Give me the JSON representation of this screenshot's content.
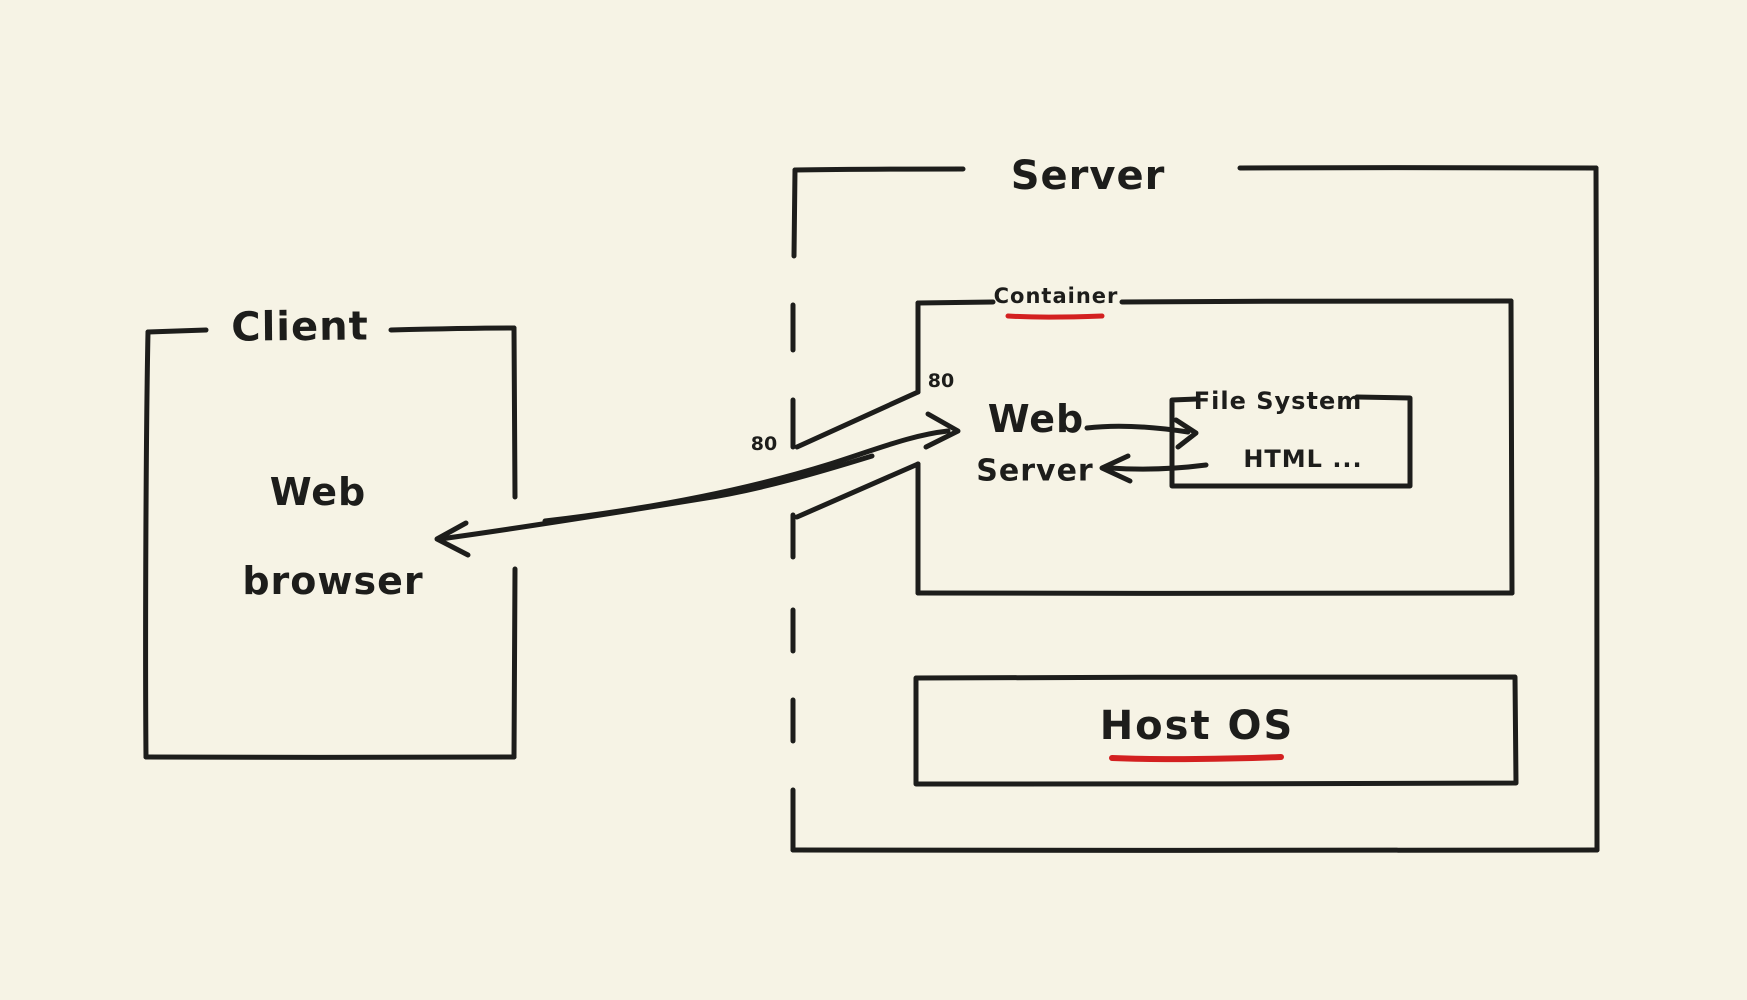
{
  "theme": {
    "background": "#f6f3e5",
    "ink": "#1d1d1b",
    "accent_red": "#d32020"
  },
  "client_box": {
    "label": "Client",
    "content_line1": "Web",
    "content_line2": "browser"
  },
  "server_box": {
    "label": "Server"
  },
  "container_box": {
    "label": "Container"
  },
  "port_labels": {
    "server_edge": "80",
    "container_edge": "80"
  },
  "web_server": {
    "line1": "Web",
    "line2": "Server"
  },
  "file_system_box": {
    "label": "File System",
    "content": "HTML ..."
  },
  "host_os_box": {
    "label": "Host OS"
  }
}
